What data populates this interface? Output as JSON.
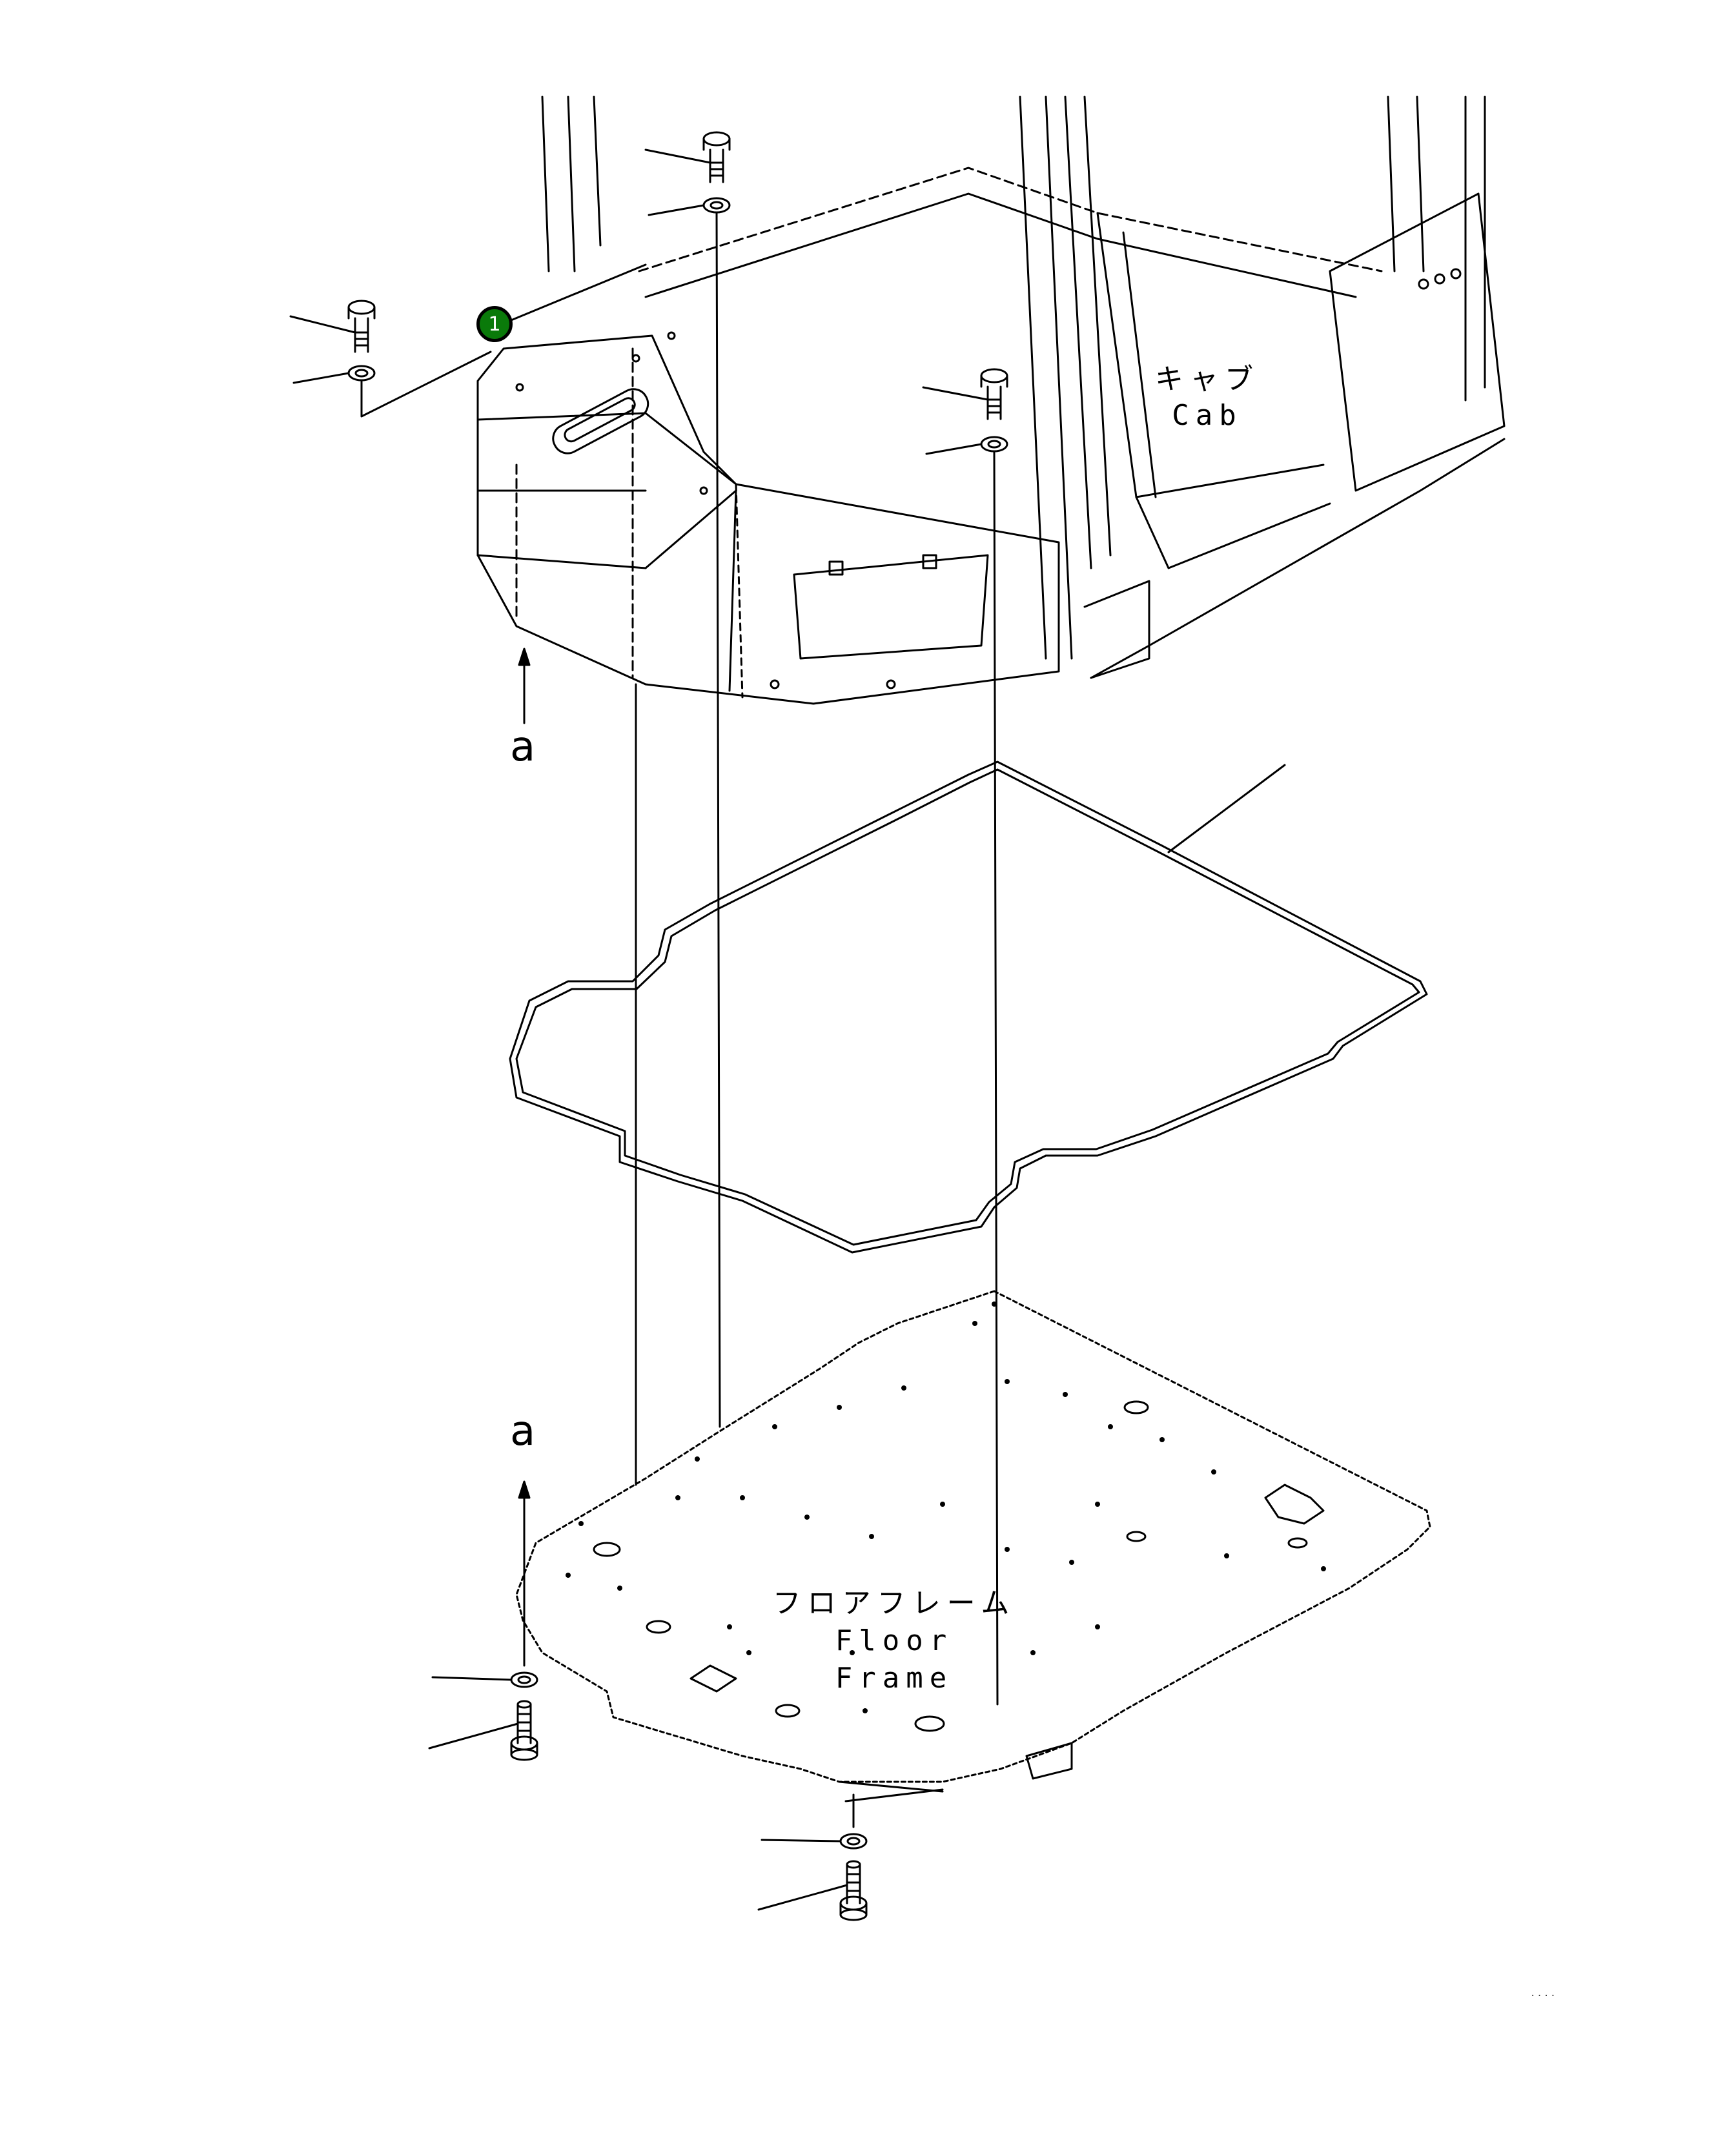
{
  "diagram": {
    "type": "exploded parts diagram",
    "colors": {
      "line": "#000000",
      "background": "#ffffff",
      "callout_fill": "#0a7a0a",
      "callout_text": "#ffffff"
    },
    "labels": {
      "cab_jp": "キャブ",
      "cab_en": "Cab",
      "floor_jp": "フロアフレーム",
      "floor_en": "Floor Frame",
      "view_top": "a",
      "view_bottom": "a"
    },
    "callouts": [
      {
        "number": "1",
        "target": "gasket / seal"
      }
    ],
    "parts": [
      {
        "name": "bolt",
        "location": "top-left"
      },
      {
        "name": "washer",
        "location": "top-left"
      },
      {
        "name": "bolt",
        "location": "top-center"
      },
      {
        "name": "washer",
        "location": "top-center"
      },
      {
        "name": "bolt",
        "location": "center-right"
      },
      {
        "name": "washer",
        "location": "center-right"
      },
      {
        "name": "cab",
        "location": "top"
      },
      {
        "name": "seal gasket",
        "location": "middle"
      },
      {
        "name": "floor frame",
        "location": "bottom"
      },
      {
        "name": "washer",
        "location": "bottom-left"
      },
      {
        "name": "bolt",
        "location": "bottom-left"
      },
      {
        "name": "washer",
        "location": "bottom-center"
      },
      {
        "name": "bolt",
        "location": "bottom-center"
      }
    ],
    "stamp": "...."
  }
}
